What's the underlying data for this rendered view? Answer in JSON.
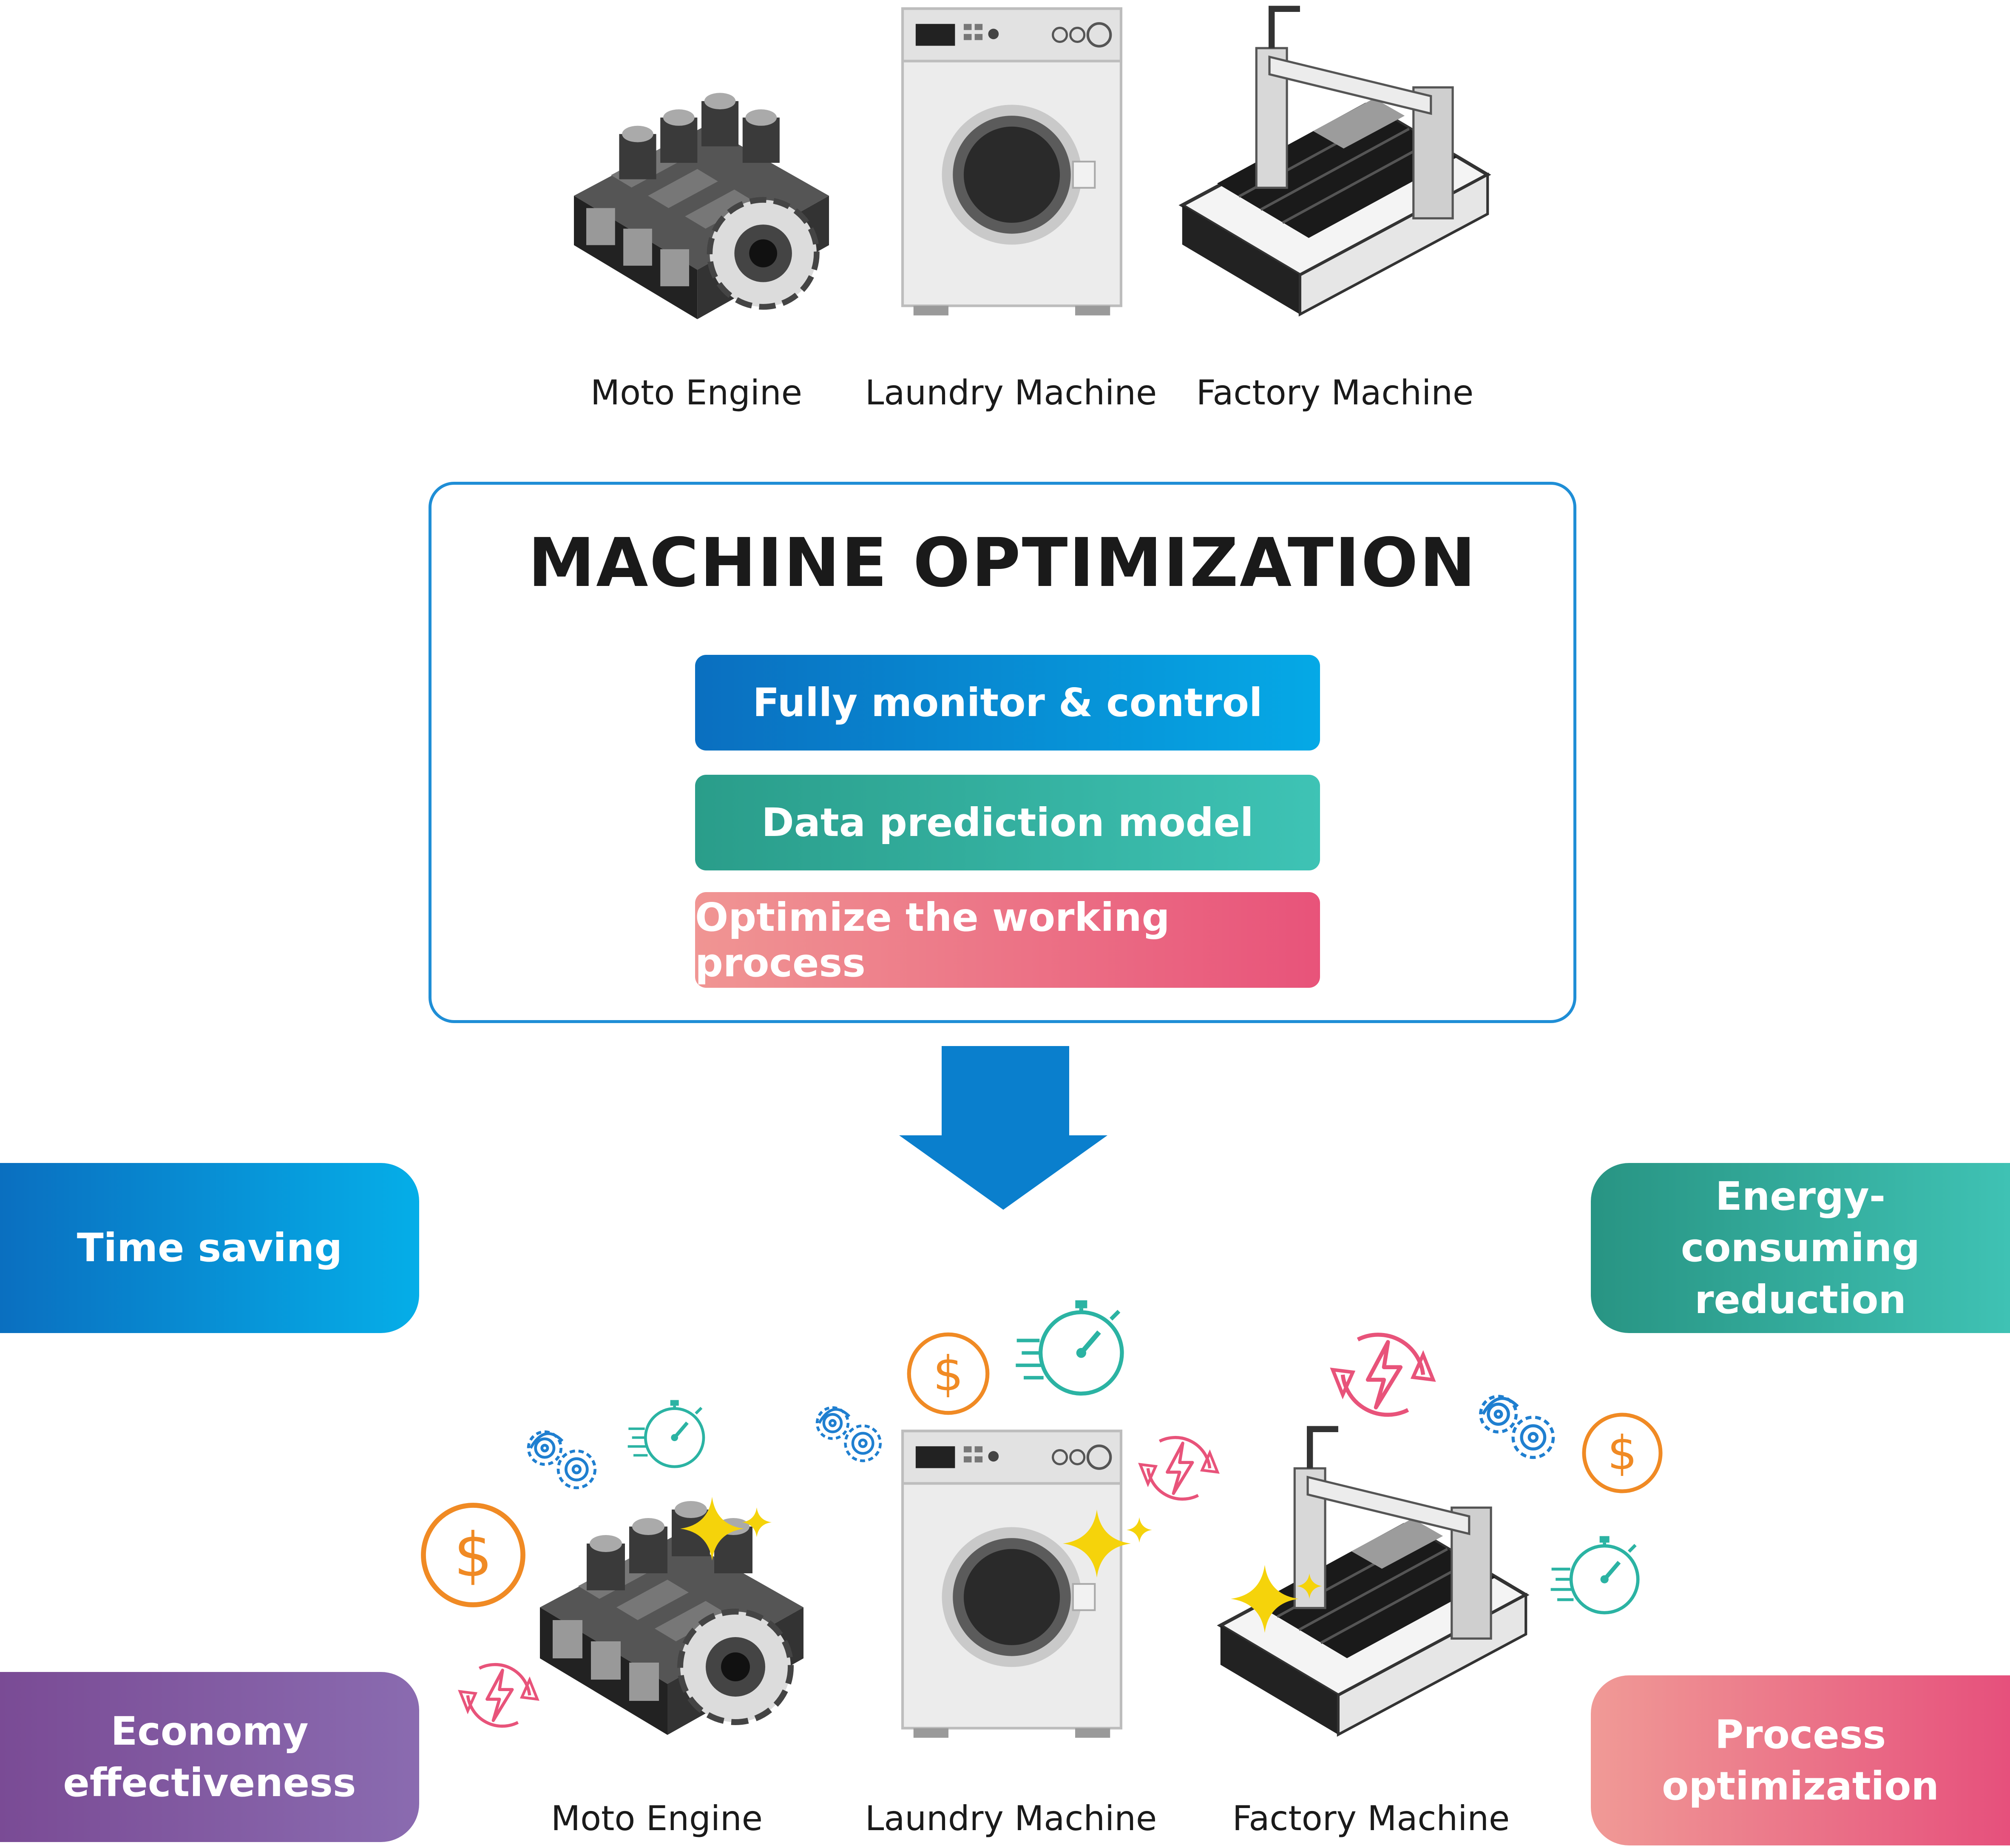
{
  "top_machines": [
    {
      "label": "Moto Engine",
      "icon": "engine-icon"
    },
    {
      "label": "Laundry Machine",
      "icon": "washing-machine-icon"
    },
    {
      "label": "Factory Machine",
      "icon": "cnc-machine-icon"
    }
  ],
  "optimization": {
    "title": "MACHINE OPTIMIZATION",
    "steps": [
      {
        "label": "Fully monitor & control"
      },
      {
        "label": "Data prediction model"
      },
      {
        "label": "Optimize the working process"
      }
    ]
  },
  "benefits": {
    "time_saving": "Time saving",
    "economy": "Economy effectiveness",
    "energy": "Energy-consuming reduction",
    "process": "Process optimization"
  },
  "bottom_machines": [
    {
      "label": "Moto Engine",
      "icon": "engine-icon"
    },
    {
      "label": "Laundry Machine",
      "icon": "washing-machine-icon"
    },
    {
      "label": "Factory Machine",
      "icon": "cnc-machine-icon"
    }
  ],
  "colors": {
    "blue": "#0a6fc0",
    "teal": "#2a9d8a",
    "pink": "#e8537a",
    "purple": "#7a4b95",
    "dollar": "#f08a24",
    "stopwatch": "#2bb3a3",
    "gear": "#1f7fd0",
    "energy": "#e8537a",
    "sparkle": "#f5d30b"
  }
}
